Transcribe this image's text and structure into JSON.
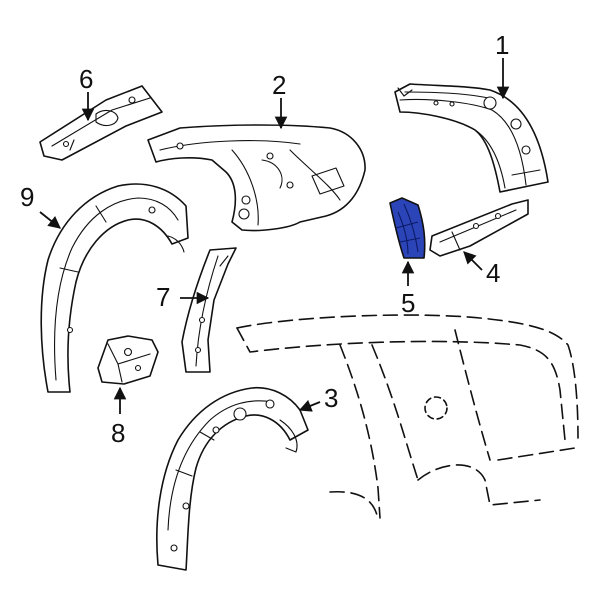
{
  "diagram": {
    "highlight_color": "#2b45b8",
    "outline_color": "#111111",
    "highlighted_part": "5",
    "callouts": {
      "p1": "1",
      "p2": "2",
      "p3": "3",
      "p4": "4",
      "p5": "5",
      "p6": "6",
      "p7": "7",
      "p8": "8",
      "p9": "9"
    }
  }
}
